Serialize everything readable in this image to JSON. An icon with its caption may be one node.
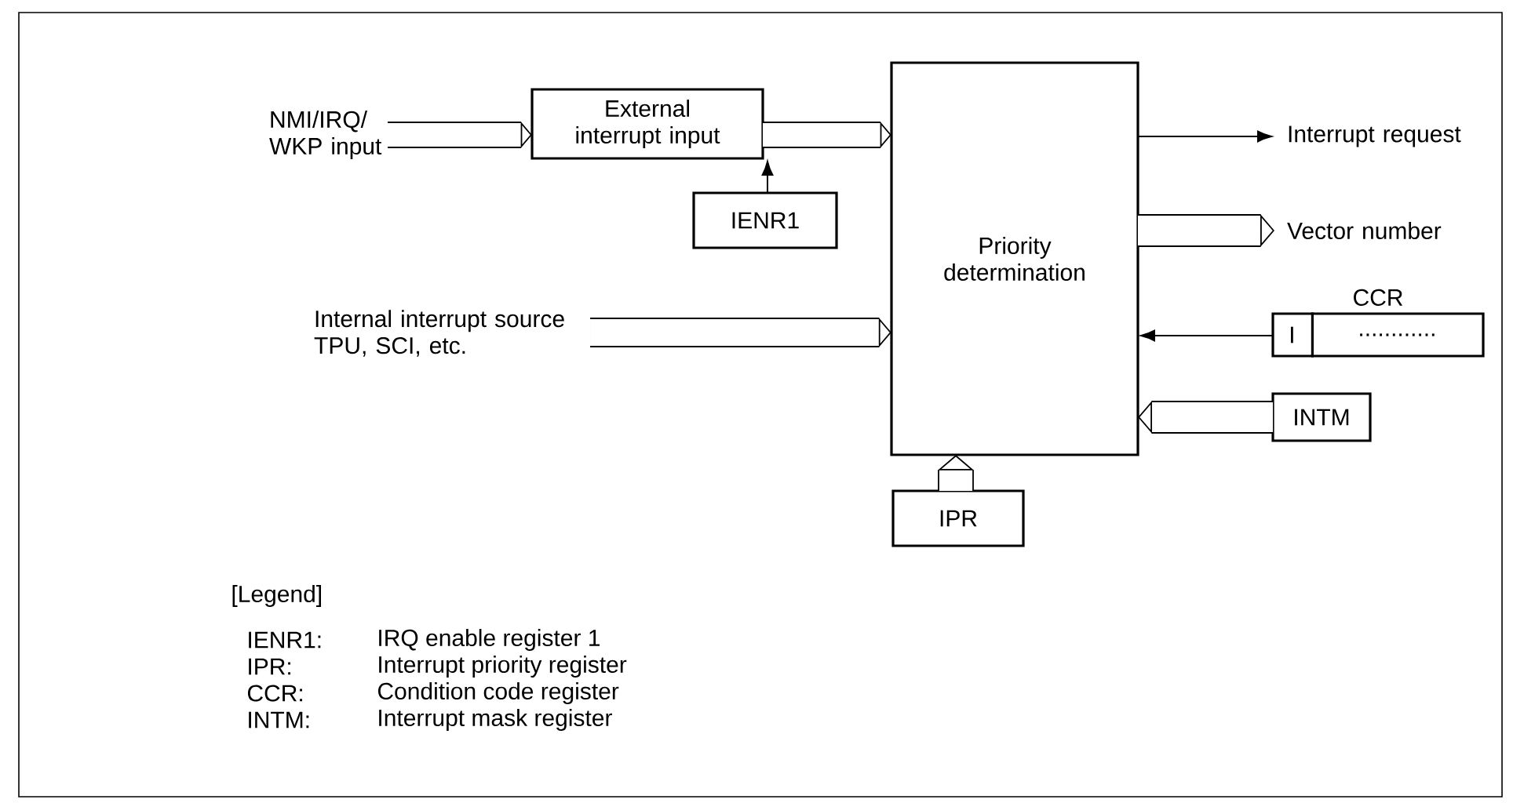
{
  "diagram": {
    "nodes": [
      {
        "text": [
          "NMI/IRQ/ WKP input"
        ]
      },
      {
        "text": [
          "External interrupt input"
        ]
      },
      {
        "text": [
          "IENR1"
        ]
      },
      {
        "text": [
          "Priority determination"
        ]
      },
      {
        "text": [
          "Interrupt request"
        ]
      },
      {
        "text": [
          "Vector number"
        ]
      },
      {
        "text": [
          "Internal interrupt source TPU, SCI, etc."
        ]
      },
      {
        "text": [
          "CCR",
          "I",
          "............"
        ]
      },
      {
        "text": [
          "INTM"
        ]
      },
      {
        "text": [
          "IPR"
        ]
      }
    ],
    "edges": [
      {
        "from": 0,
        "to": 1,
        "arrow": "to"
      },
      {
        "from": 1,
        "to": 3,
        "arrow": "to"
      },
      {
        "from": 2,
        "to": 1,
        "arrow": "to"
      },
      {
        "from": 3,
        "to": 4,
        "arrow": "to"
      },
      {
        "from": 3,
        "to": 5,
        "arrow": "to"
      },
      {
        "from": 6,
        "to": 3,
        "arrow": "to"
      },
      {
        "from": 7,
        "to": 3,
        "arrow": "to"
      },
      {
        "from": 8,
        "to": 3,
        "arrow": "to"
      },
      {
        "from": 9,
        "to": 3,
        "arrow": "to"
      }
    ],
    "labels": [
      "[Legend]",
      "IENR1:",
      "IRQ enable register 1",
      "IPR:",
      "Interrupt priority register",
      "CCR:",
      "Condition code register",
      "INTM:",
      "Interrupt mask register"
    ]
  }
}
